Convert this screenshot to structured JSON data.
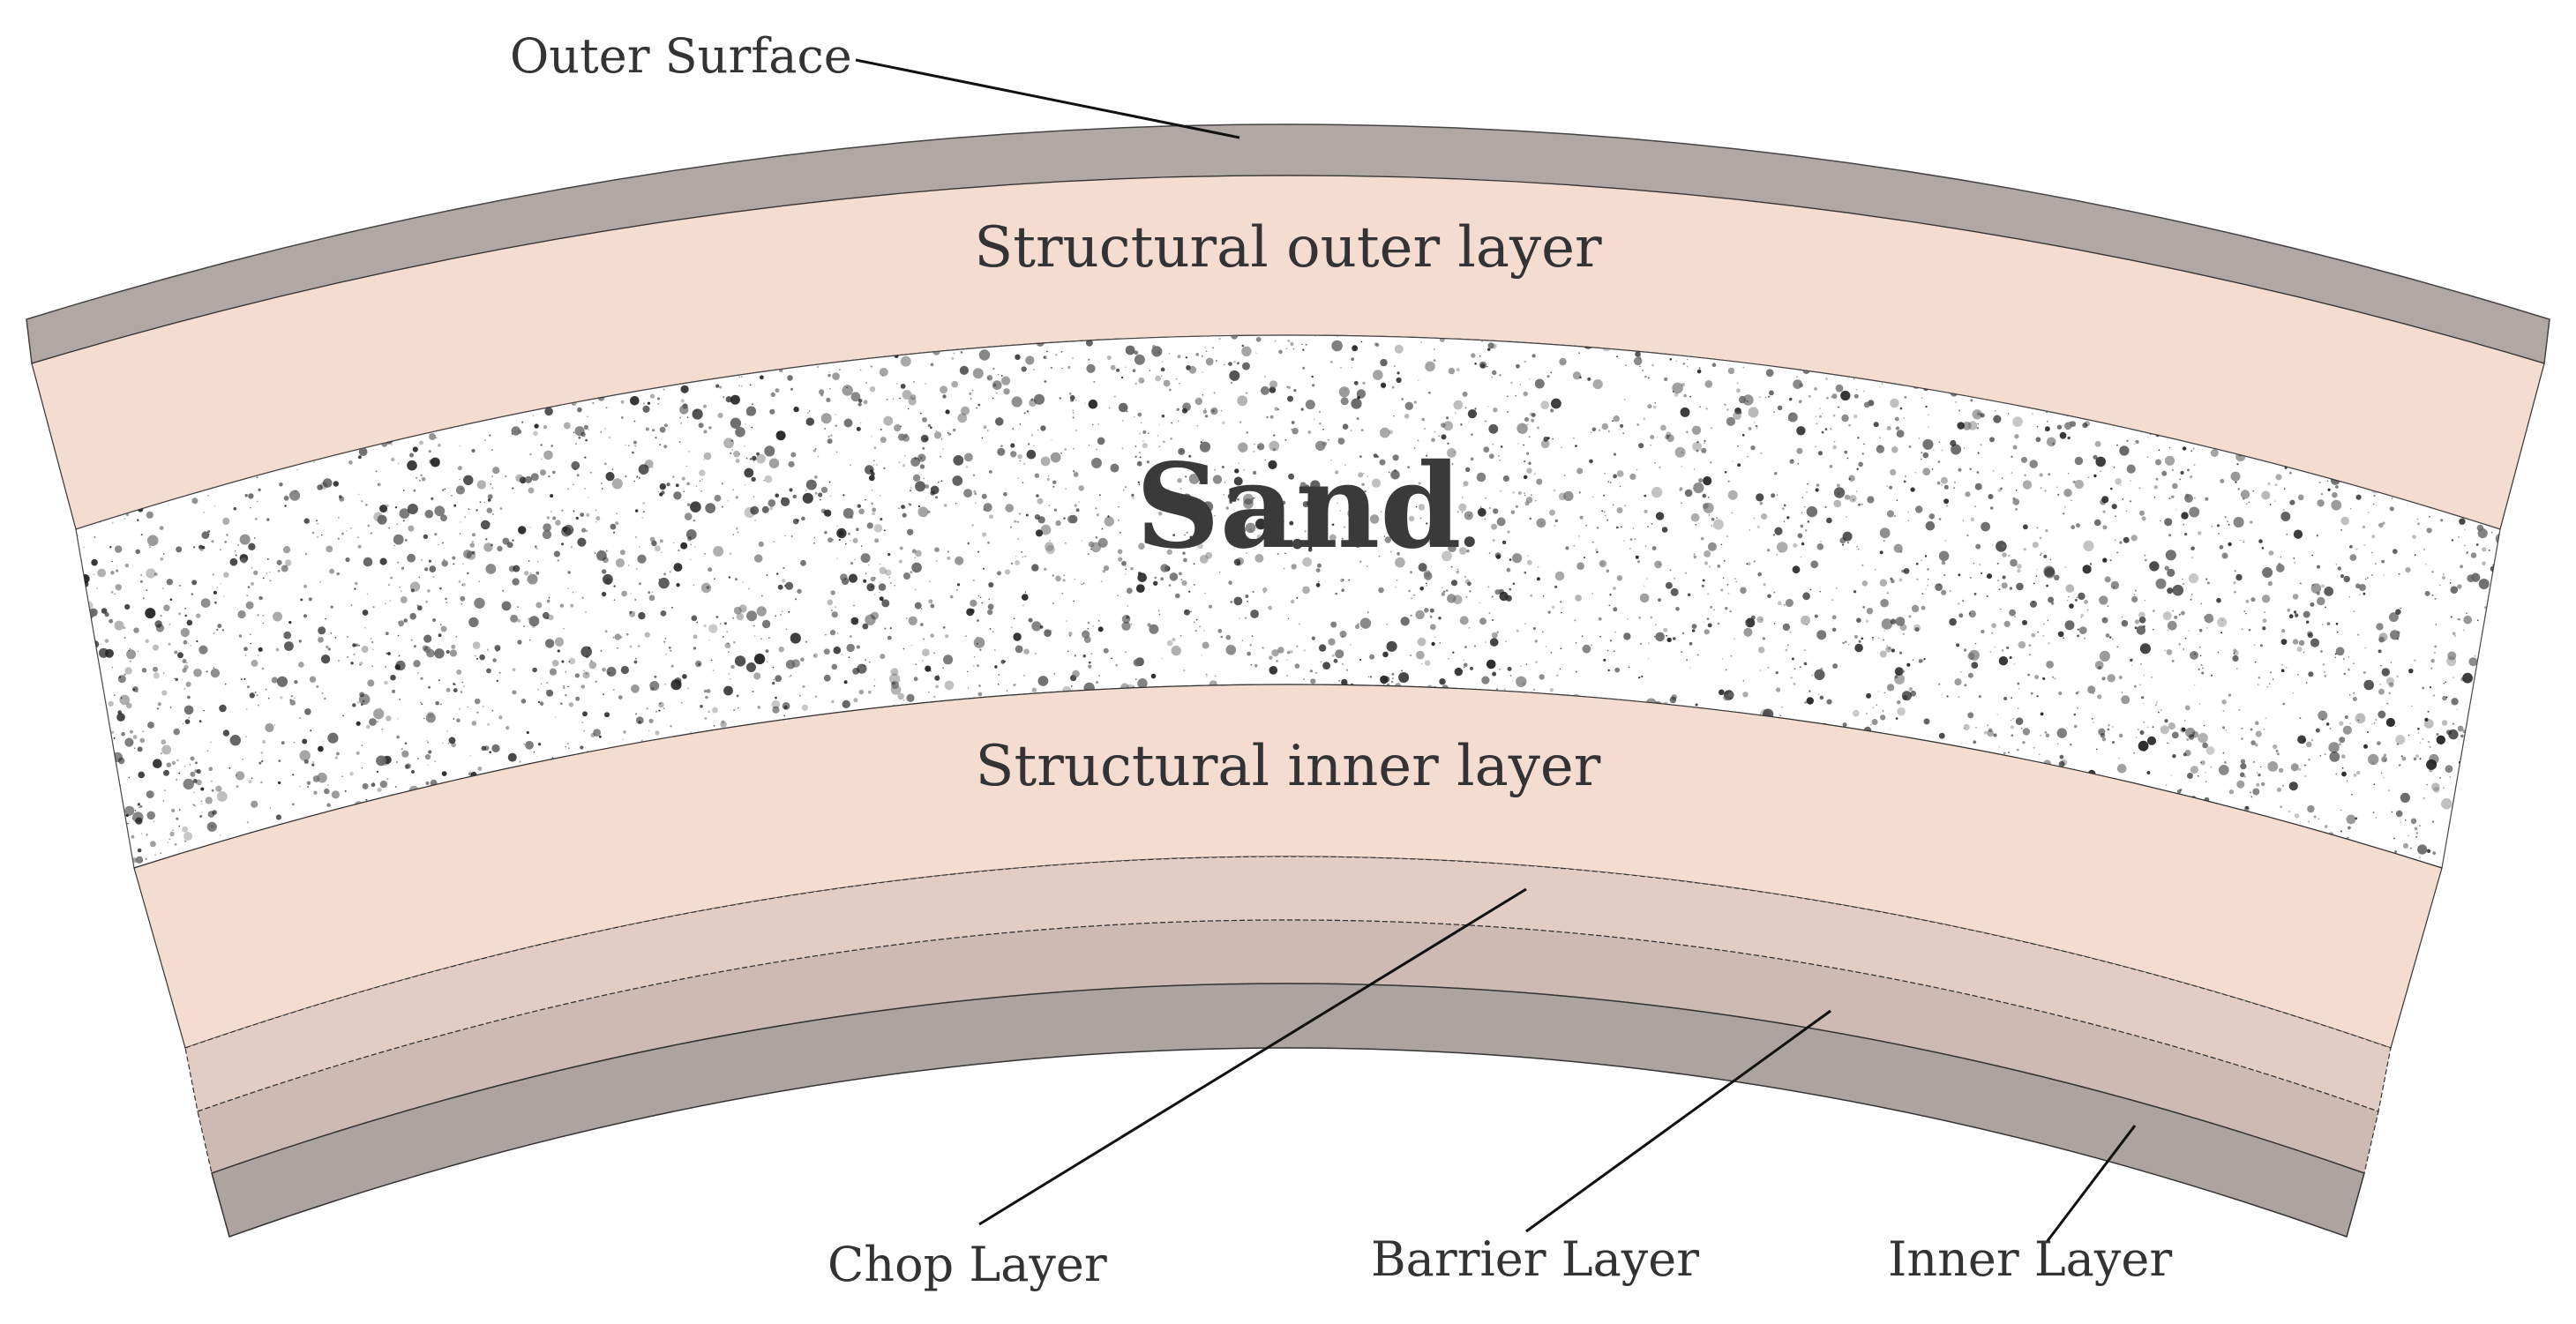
{
  "labels": {
    "outer_surface": "Outer Surface",
    "structural_outer": "Structural outer layer",
    "sand": "Sand",
    "structural_inner": "Structural inner layer",
    "chop": "Chop Layer",
    "barrier": "Barrier Layer",
    "inner": "Inner Layer"
  },
  "colors": {
    "outer_surface": "#b1a8a5",
    "structural": "#f5dcd1",
    "chop": "#e2cdc4",
    "barrier": "#cdbab2",
    "inner": "#ada3a0",
    "outline": "#222222",
    "sand_dark": "#222222",
    "sand_mid": "#666666"
  }
}
